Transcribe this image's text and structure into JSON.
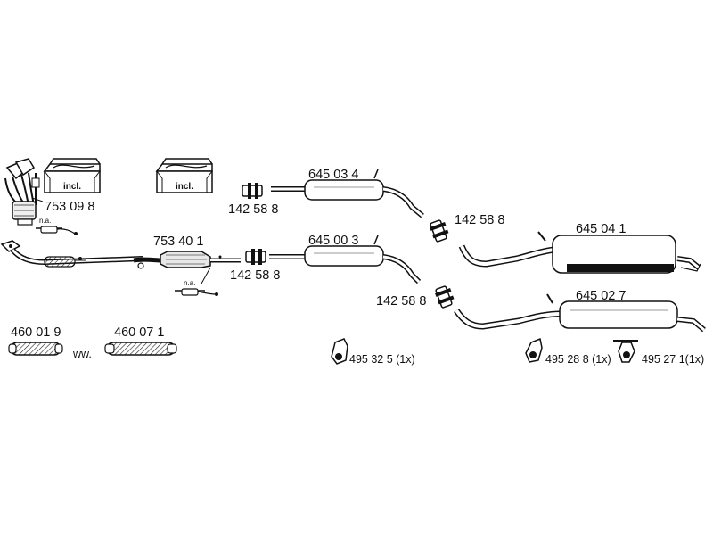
{
  "parts": {
    "manifold_part": "753 09 8",
    "catalyst_part": "753 40 1",
    "clamp_top_left": "142 58 8",
    "clamp_mid_left": "142 58 8",
    "clamp_top_right": "142 58 8",
    "clamp_mid_right": "142 58 8",
    "middle_muffler_upper": "645 03 4",
    "middle_muffler_lower": "645 00 3",
    "rear_muffler_upper": "645 04 1",
    "rear_muffler_lower": "645 02 7",
    "flex_pipe_1": "460 01 9",
    "flex_pipe_2": "460 07 1",
    "hanger_1": "495 32 5 (1x)",
    "hanger_2": "495 28 8 (1x)",
    "hanger_3": "495 27 1(1x)"
  },
  "labels": {
    "incl_1": "incl.",
    "incl_2": "incl.",
    "na_1": "n.a.",
    "na_2": "n.a.",
    "ww": "ww."
  }
}
